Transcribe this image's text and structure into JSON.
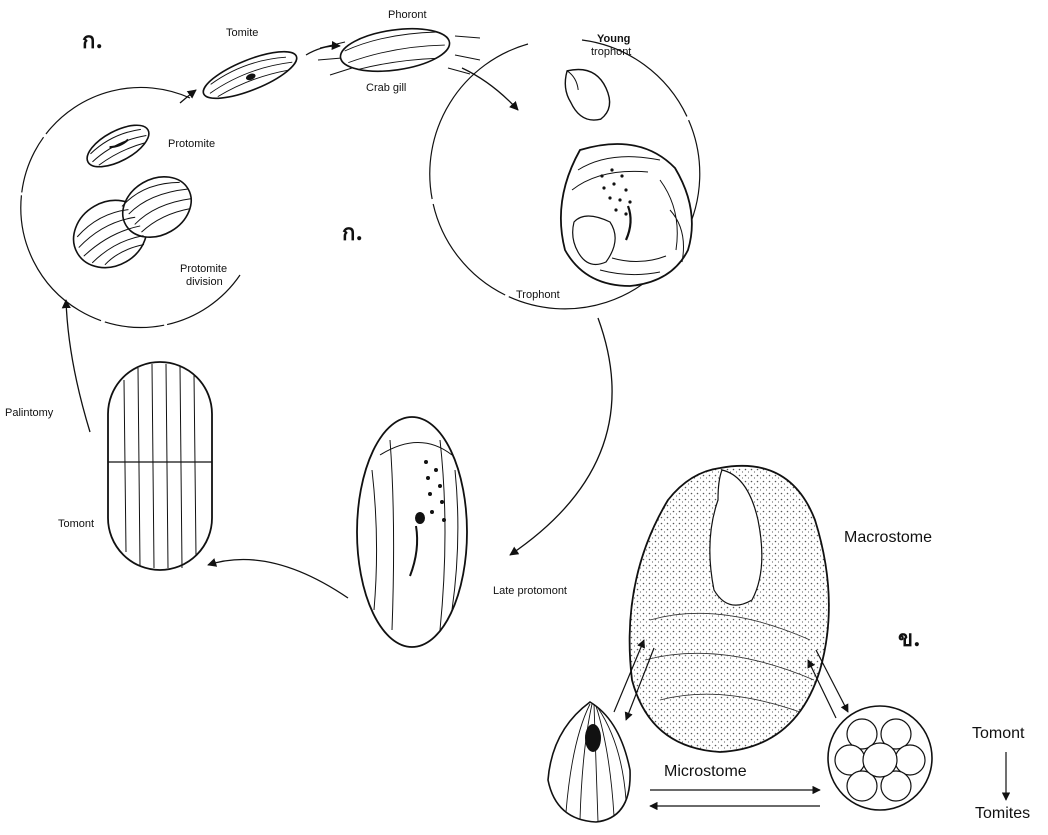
{
  "panel_marks": {
    "top_left": "ก.",
    "center": "ก.",
    "bottom_right": "ข."
  },
  "cycle": {
    "tomite": "Tomite",
    "phoront": "Phoront",
    "crab_gill": "Crab gill",
    "young_trophont_line1": "Young",
    "young_trophont_line2": "trophont",
    "protomite": "Protomite",
    "protomite_division_line1": "Protomite",
    "protomite_division_line2": "division",
    "trophont": "Trophont",
    "palintomy": "Palintomy",
    "tomont": "Tomont",
    "late_protomont": "Late protomont"
  },
  "polymorph": {
    "macrostome": "Macrostome",
    "microstome": "Microstome",
    "tomont": "Tomont",
    "tomites": "Tomites"
  }
}
